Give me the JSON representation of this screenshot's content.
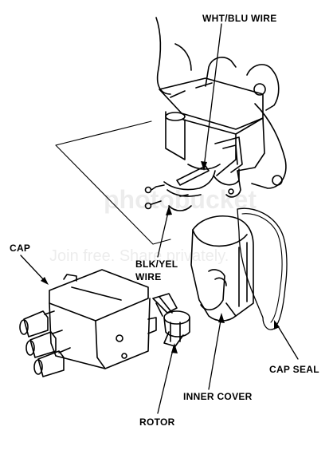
{
  "labels": {
    "wht_blu_wire": "WHT/BLU WIRE",
    "cap": "CAP",
    "blk_yel_wire_line1": "BLK/YEL",
    "blk_yel_wire_line2": "WIRE",
    "cap_seal": "CAP SEAL",
    "inner_cover": "INNER COVER",
    "rotor": "ROTOR"
  },
  "watermark": {
    "brand": "photobucket",
    "tagline": "Join free. Share privately."
  },
  "colors": {
    "ink": "#000000",
    "background": "#ffffff"
  }
}
